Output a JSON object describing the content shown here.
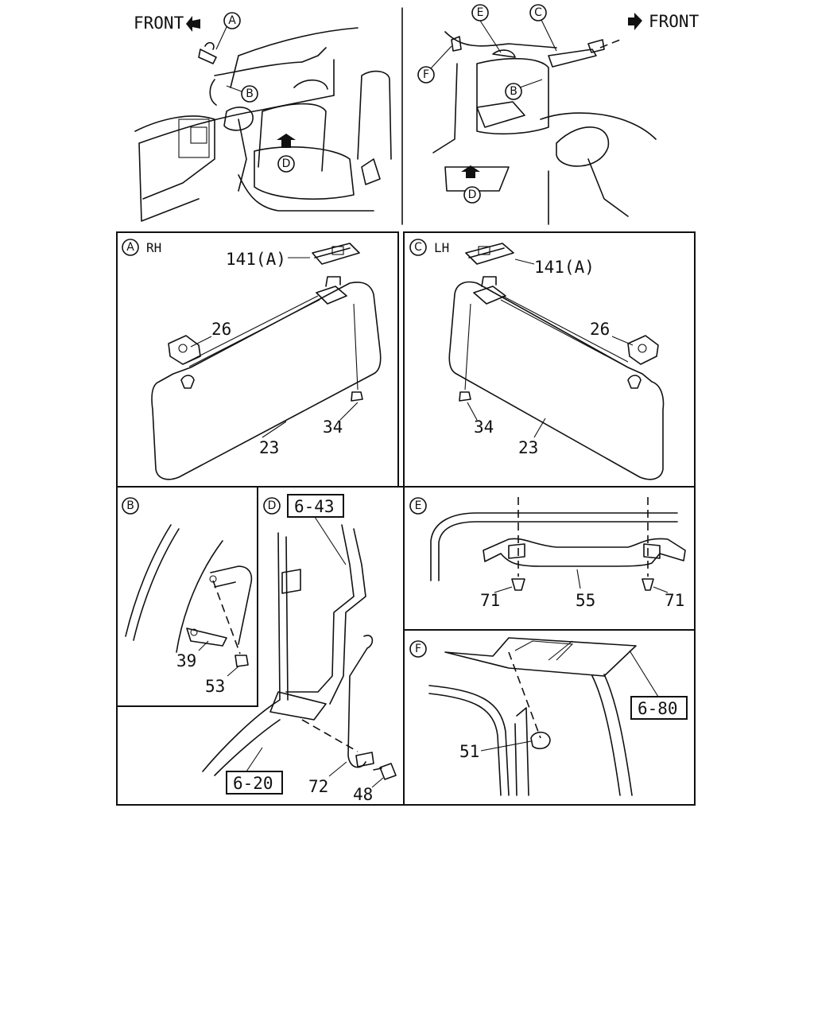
{
  "overview": {
    "front_left": "FRONT",
    "front_right": "FRONT",
    "markers": [
      "A",
      "B",
      "C",
      "D",
      "E",
      "F"
    ]
  },
  "panel_a": {
    "letter": "A",
    "side": "RH",
    "parts": {
      "lamp": "141(A)",
      "clip": "26",
      "visor": "23",
      "screw": "34"
    }
  },
  "panel_c": {
    "letter": "C",
    "side": "LH",
    "parts": {
      "lamp": "141(A)",
      "clip": "26",
      "visor": "23",
      "screw": "34"
    }
  },
  "panel_b": {
    "letter": "B",
    "parts": {
      "bracket": "39",
      "screw": "53"
    }
  },
  "panel_d": {
    "letter": "D",
    "refs": {
      "top": "6-43",
      "bottom": "6-20"
    },
    "parts": {
      "grip": "72",
      "bolt": "48"
    }
  },
  "panel_e": {
    "letter": "E",
    "parts": {
      "handle": "55",
      "screw_left": "71",
      "screw_right": "71"
    }
  },
  "panel_f": {
    "letter": "F",
    "refs": {
      "right": "6-80"
    },
    "parts": {
      "clip": "51"
    }
  }
}
